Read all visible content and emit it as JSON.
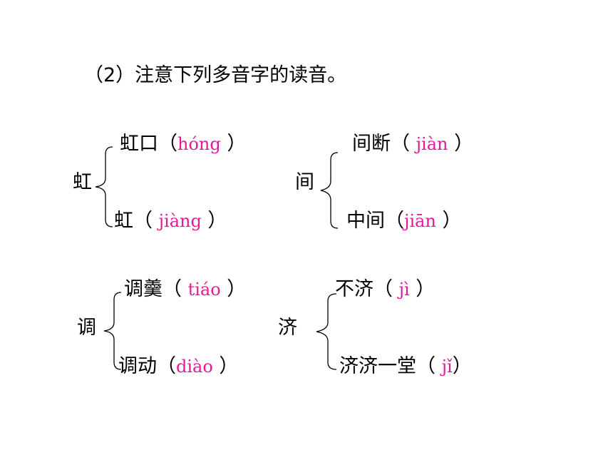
{
  "title": "（2）注意下列多音字的读音。",
  "groups": [
    {
      "char": "虹",
      "items": [
        {
          "word": "虹口（",
          "pinyin": "hóng",
          "close": " ）"
        },
        {
          "word": "虹（ ",
          "pinyin": "jiàng",
          "close": " ）"
        }
      ]
    },
    {
      "char": "间",
      "items": [
        {
          "word": "间断（  ",
          "pinyin": "jiàn",
          "close": "  ）"
        },
        {
          "word": "中间（",
          "pinyin": "jiān",
          "close": "  ）"
        }
      ]
    },
    {
      "char": "调",
      "items": [
        {
          "word": "调羹（ ",
          "pinyin": "tiáo",
          "close": " ）"
        },
        {
          "word": "调动（",
          "pinyin": "diào",
          "close": "  ）"
        }
      ]
    },
    {
      "char": "济",
      "items": [
        {
          "word": "不济（ ",
          "pinyin": "jì",
          "close": "  ）"
        },
        {
          "word": "济济一堂（ ",
          "pinyin": "jǐ",
          "close": "）"
        }
      ]
    }
  ],
  "colors": {
    "pinyin": "#e4189a",
    "text": "#000000",
    "brace": "#000000"
  }
}
